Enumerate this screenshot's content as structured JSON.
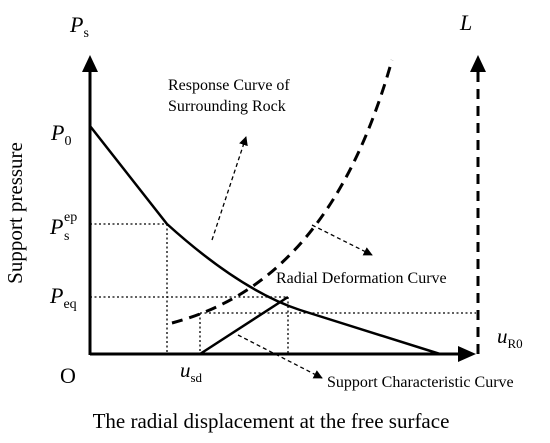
{
  "axes": {
    "y_symbol": "P",
    "y_symbol_sub": "s",
    "right_symbol": "L",
    "x_symbol": "u",
    "x_symbol_sub": "R0",
    "origin": "O",
    "y_label": "Support pressure",
    "x_caption": "The radial displacement at the free surface"
  },
  "points": {
    "p0": "P",
    "p0_sub": "0",
    "psep": "P",
    "psep_sub": "s",
    "psep_sup": "ep",
    "peq": "P",
    "peq_sub": "eq",
    "usd": "u",
    "usd_sub": "sd"
  },
  "annotations": {
    "response_line1": "Response Curve of",
    "response_line2": "Surrounding Rock",
    "radial": "Radial Deformation Curve",
    "support": "Support Characteristic Curve"
  },
  "colors": {
    "stroke": "#000000",
    "background": "#ffffff"
  }
}
